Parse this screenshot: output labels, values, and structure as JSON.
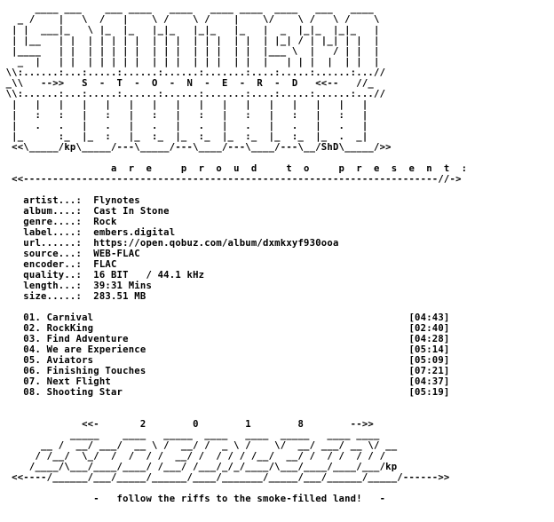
{
  "nfo": {
    "lines": [
      "      ____ ___    ___ ____   ____   ____ ____  ____   ___   ____",
      "   _ /    |   \\  /   |    \\ /    \\ /    |    \\/    \\ /   \\ /    \\",
      "  | |  ___|_   \\ |_  |_   |_|_   |_|_   |_   |  _  |_|_  |_|_   |",
      "  | |__   | |  | | | | |  | | |  | | |  | |  | |_| / | |_| | |  |",
      "  |____   | |  | | | | |  | | |  | | |  | |  |___ \\  |   / | |  |",
      "   _  |   | |  | | | | |  | | |  | | |  | |  |   | | |  |  | |  |",
      " \\\\:......:...:.....:......:......:.......:....:.....:......:...//",
      " _\\\\   -->>   S  -  T  -  O  -  N  -  E  -  R  -  D   <<--   //_",
      " \\\\:......:...:.....:......:......:.......:....:.....:......:...//",
      "  |   |   |   |   |   |   |   |   |   |   |   |   |   |   |   |",
      "  |   :   :   |   :   |   :   |   :   |   :   |   :   |   :   |",
      "  |   .   .   |   .   |   .   |   .   |   .   |   .   |   .   |",
      "  |_      :_  |_  :   |_  :_  |_  :_  |_  :_  |_  :_  |_  .  _|",
      "  <<\\_____/kp\\_____/---\\_____/---\\____/---\\____/---\\__/ShD\\_____/>>",
      "",
      "                   a  r  e     p  r  o  u  d     t  o     p  r  e  s  e  n  t  :",
      "  <<-----------------------------------------------------------------------//->",
      "",
      "    artist...:  Flynotes",
      "    album....:  Cast In Stone",
      "    genre....:  Rock",
      "    label....:  embers.digital",
      "    url......:  https://open.qobuz.com/album/dxmkxyf930ooa",
      "    source...:  WEB-FLAC",
      "    encoder..:  FLAC",
      "    quality..:  16 BIT   / 44.1 kHz",
      "    length...:  39:31 Mins",
      "    size.....:  283.51 MB",
      "",
      "    01. Carnival                                                      [04:43]",
      "    02. RockKing                                                      [02:40]",
      "    03. Find Adventure                                                [04:28]",
      "    04. We are Experience                                             [05:14]",
      "    05. Aviators                                                      [05:09]",
      "    06. Finishing Touches                                             [07:21]",
      "    07. Next Flight                                                   [04:37]",
      "    08. Shooting Star                                                 [05:19]",
      "",
      "",
      "              <<-       2        0        1        8        -->>",
      "            _____    ____   _____  ____   ____  _____   ____ ____",
      "       __ /  __/ ___/  __ \\ /  __/ /  _ \\ /    \\/  __/ ___/ __ \\/ __",
      "      / /__/  \\_/  /  /  / /  __/ /  / / / /__/  __/ /  / /  / / /",
      "     /____/\\___/____/____/ /___/ /___/_/_/____/\\___/____/____/___/kp",
      "  <<----/______/___/_____/______/____/_______/_____/___/______/_____/------>>",
      "",
      "                -   follow the riffs to the smoke-filled land!   -"
    ]
  }
}
